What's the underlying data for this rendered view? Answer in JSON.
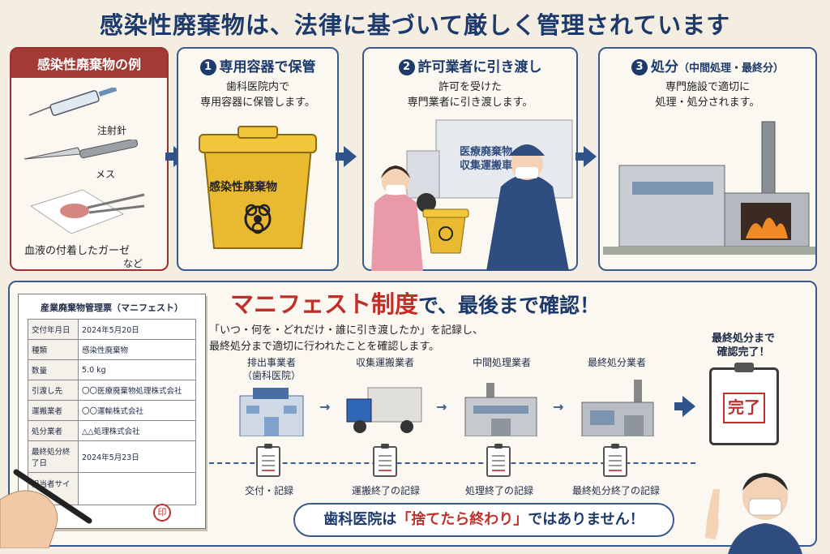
{
  "title": "感染性廃棄物は、法律に基づいて厳しく管理されています",
  "examples": {
    "header": "感染性廃棄物の例",
    "item1": "注射針",
    "item2": "メス",
    "item3": "血液の付着したガーゼ",
    "more": "など"
  },
  "step1": {
    "num": "1",
    "title": "専用容器で保管",
    "desc1": "歯科医院内で",
    "desc2": "専用容器に保管します。",
    "container_label": "感染性廃棄物"
  },
  "step2": {
    "num": "2",
    "title": "許可業者に引き渡し",
    "desc1": "許可を受けた",
    "desc2": "専門業者に引き渡します。",
    "truck_text1": "医療廃棄物",
    "truck_text2": "収集運搬車"
  },
  "step3": {
    "num": "3",
    "title": "処分",
    "title_small": "（中間処理・最終分）",
    "desc1": "専門施設で適切に",
    "desc2": "処理・処分されます。"
  },
  "manifest": {
    "title_red": "マニフェスト制度",
    "title_rest": "で、最後まで確認！",
    "desc1": "「いつ・何を・どれだけ・誰に引き渡したか」を記録し、",
    "desc2": "最終処分まで適切に行われたことを確認します。"
  },
  "form": {
    "title": "産業廃棄物管理票（マニフェスト）",
    "rows": [
      {
        "k": "交付年月日",
        "v": "2024年5月20日"
      },
      {
        "k": "種類",
        "v": "感染性廃棄物"
      },
      {
        "k": "数量",
        "v": "5.0 kg"
      },
      {
        "k": "引渡し先",
        "v": "〇〇医療廃棄物処理株式会社"
      },
      {
        "k": "運搬業者",
        "v": "〇〇運輸株式会社"
      },
      {
        "k": "処分業者",
        "v": "△△処理株式会社"
      },
      {
        "k": "最終処分終了日",
        "v": "2024年5月23日"
      },
      {
        "k": "担当者サイン",
        "v": ""
      }
    ],
    "seal": "印"
  },
  "flow": {
    "n1a": "排出事業者",
    "n1b": "（歯科医院）",
    "n2": "収集運搬業者",
    "n3": "中間処理業者",
    "n4": "最終処分業者",
    "r1": "交付・記録",
    "r2": "運搬終了の記録",
    "r3": "処理終了の記録",
    "r4": "最終処分終了の記録",
    "done1": "最終処分まで",
    "done2": "確認完了！",
    "stamp": "完了"
  },
  "bubble": {
    "pre": "歯科医院は",
    "red": "「捨てたら終わり」",
    "post": "ではありません！"
  },
  "colors": {
    "navy": "#1d3a6b",
    "red": "#c0302b",
    "yellow": "#e9b92f"
  }
}
